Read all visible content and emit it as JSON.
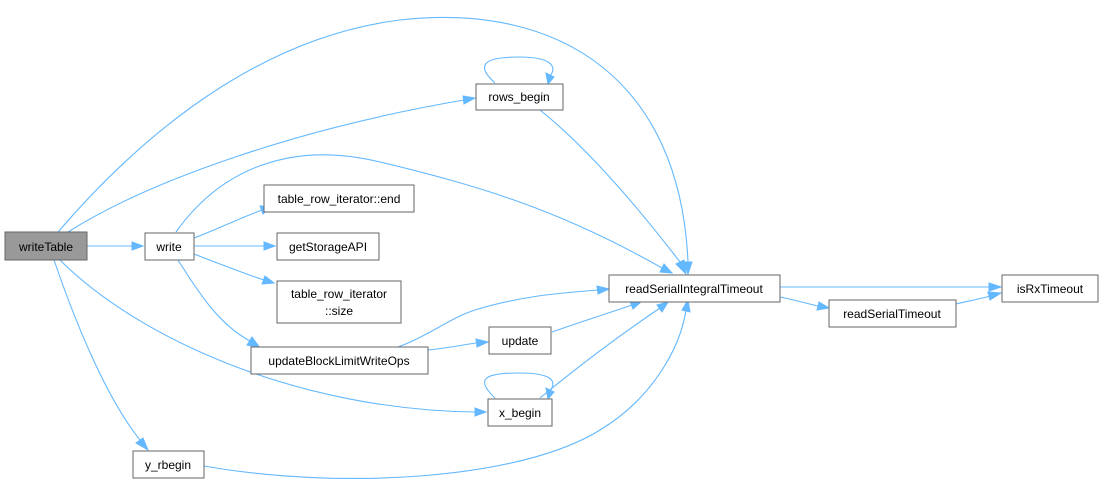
{
  "title": "Call graph of writeTable",
  "colors": {
    "edge": "#63b8ff",
    "node_border": "#666666",
    "root_fill": "#999999",
    "node_fill": "#ffffff"
  },
  "nodes": [
    {
      "id": "writeTable",
      "label": "writeTable",
      "root": true
    },
    {
      "id": "write",
      "label": "write"
    },
    {
      "id": "rows_begin",
      "label": "rows_begin"
    },
    {
      "id": "table_row_iterator_end",
      "label": "table_row_iterator::end"
    },
    {
      "id": "getStorageAPI",
      "label": "getStorageAPI"
    },
    {
      "id": "table_row_iterator_size_1",
      "label": "table_row_iterator"
    },
    {
      "id": "table_row_iterator_size_2",
      "label": "::size"
    },
    {
      "id": "updateBlockLimitWriteOps",
      "label": "updateBlockLimitWriteOps"
    },
    {
      "id": "update",
      "label": "update"
    },
    {
      "id": "x_begin",
      "label": "x_begin"
    },
    {
      "id": "y_rbegin",
      "label": "y_rbegin"
    },
    {
      "id": "readSerialIntegralTimeout",
      "label": "readSerialIntegralTimeout"
    },
    {
      "id": "readSerialTimeout",
      "label": "readSerialTimeout"
    },
    {
      "id": "isRxTimeout",
      "label": "isRxTimeout"
    }
  ],
  "edges": [
    {
      "from": "writeTable",
      "to": "write"
    },
    {
      "from": "writeTable",
      "to": "rows_begin"
    },
    {
      "from": "writeTable",
      "to": "readSerialIntegralTimeout"
    },
    {
      "from": "writeTable",
      "to": "x_begin"
    },
    {
      "from": "writeTable",
      "to": "y_rbegin"
    },
    {
      "from": "rows_begin",
      "to": "rows_begin"
    },
    {
      "from": "rows_begin",
      "to": "readSerialIntegralTimeout"
    },
    {
      "from": "write",
      "to": "table_row_iterator::end"
    },
    {
      "from": "write",
      "to": "getStorageAPI"
    },
    {
      "from": "write",
      "to": "table_row_iterator::size"
    },
    {
      "from": "write",
      "to": "updateBlockLimitWriteOps"
    },
    {
      "from": "write",
      "to": "readSerialIntegralTimeout"
    },
    {
      "from": "updateBlockLimitWriteOps",
      "to": "update"
    },
    {
      "from": "updateBlockLimitWriteOps",
      "to": "readSerialIntegralTimeout"
    },
    {
      "from": "update",
      "to": "readSerialIntegralTimeout"
    },
    {
      "from": "x_begin",
      "to": "x_begin"
    },
    {
      "from": "x_begin",
      "to": "readSerialIntegralTimeout"
    },
    {
      "from": "y_rbegin",
      "to": "readSerialIntegralTimeout"
    },
    {
      "from": "readSerialIntegralTimeout",
      "to": "isRxTimeout"
    },
    {
      "from": "readSerialIntegralTimeout",
      "to": "readSerialTimeout"
    },
    {
      "from": "readSerialTimeout",
      "to": "isRxTimeout"
    }
  ]
}
